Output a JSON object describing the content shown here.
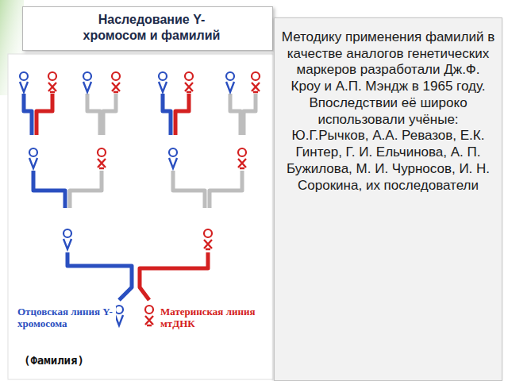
{
  "diagram": {
    "title": "Наследование  Y-хромосом и фамилий",
    "nodes": [
      {
        "text": [
          "Методику применения фамилий в качестве аналогов генетических маркеров разработали Дж.Ф. Кроу и А.П. Мэндж в 1965 году. Впоследствии её широко использовали учёные: Ю.Г.Рычков,  А.А. Ревазов, Е.К. Гинтер, Г. И. Ельчинова, А. П. Бужилова, М. И. Чурносов, И. Н. Сорокина, их последователи"
        ]
      }
    ],
    "labels": [
      "Отцовская линия Y-хромосома",
      "Материнская линия мтДНК",
      "(Фамилия)"
    ]
  }
}
